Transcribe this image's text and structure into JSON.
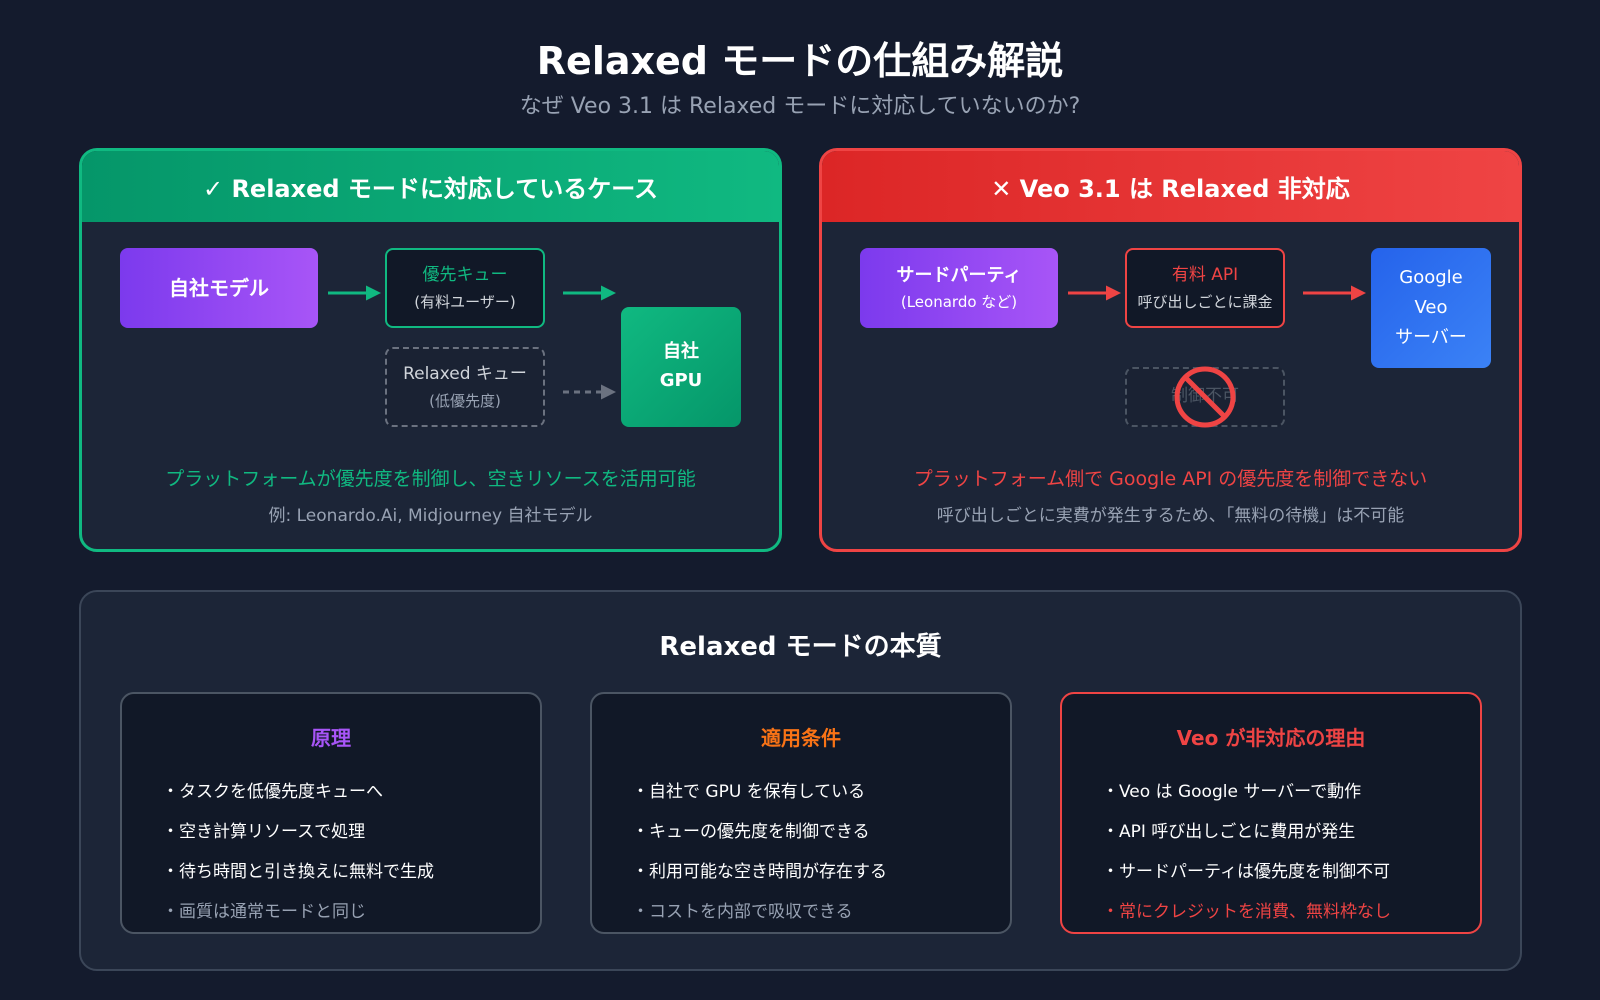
{
  "header": {
    "title": "Relaxed モードの仕組み解説",
    "subtitle": "なぜ Veo 3.1 は Relaxed モードに対応していないのか?"
  },
  "left_panel": {
    "title": "✓ Relaxed モードに対応しているケース",
    "node_own_model": "自社モデル",
    "node_priority_queue": {
      "line1": "優先キュー",
      "line2": "(有料ユーザー)"
    },
    "node_relaxed_queue": {
      "line1": "Relaxed キュー",
      "line2": "(低優先度)"
    },
    "node_gpu": {
      "line1": "自社",
      "line2": "GPU"
    },
    "caption_main": "プラットフォームが優先度を制御し、空きリソースを活用可能",
    "caption_sub": "例: Leonardo.Ai, Midjourney 自社モデル"
  },
  "right_panel": {
    "title": "✕ Veo 3.1 は Relaxed 非対応",
    "node_third_party": {
      "line1": "サードパーティ",
      "line2": "(Leonardo など)"
    },
    "node_paid_api": {
      "line1": "有料 API",
      "line2": "呼び出しごとに課金"
    },
    "node_google": {
      "line1": "Google",
      "line2": "Veo",
      "line3": "サーバー"
    },
    "node_blocked": "制御不可",
    "caption_main": "プラットフォーム側で Google API の優先度を制御できない",
    "caption_sub": "呼び出しごとに実費が発生するため、「無料の待機」は不可能"
  },
  "essence": {
    "title": "Relaxed モードの本質",
    "cards": [
      {
        "title": "原理",
        "items": [
          "タスクを低優先度キューへ",
          "空き計算リソースで処理",
          "待ち時間と引き換えに無料で生成",
          "画質は通常モードと同じ"
        ]
      },
      {
        "title": "適用条件",
        "items": [
          "自社で GPU を保有している",
          "キューの優先度を制御できる",
          "利用可能な空き時間が存在する",
          "コストを内部で吸収できる"
        ]
      },
      {
        "title": "Veo が非対応の理由",
        "items": [
          "Veo は Google サーバーで動作",
          "API 呼び出しごとに費用が発生",
          "サードパーティは優先度を制御不可",
          "常にクレジットを消費、無料枠なし"
        ]
      }
    ]
  },
  "colors": {
    "green": "#10b981",
    "red": "#ef4444",
    "purple": "#a855f7",
    "orange": "#f97316",
    "blue": "#3b82f6",
    "background": "#141b2d"
  },
  "icons": {
    "check": "check-icon",
    "cross": "cross-icon",
    "blocked": "prohibited-icon"
  }
}
